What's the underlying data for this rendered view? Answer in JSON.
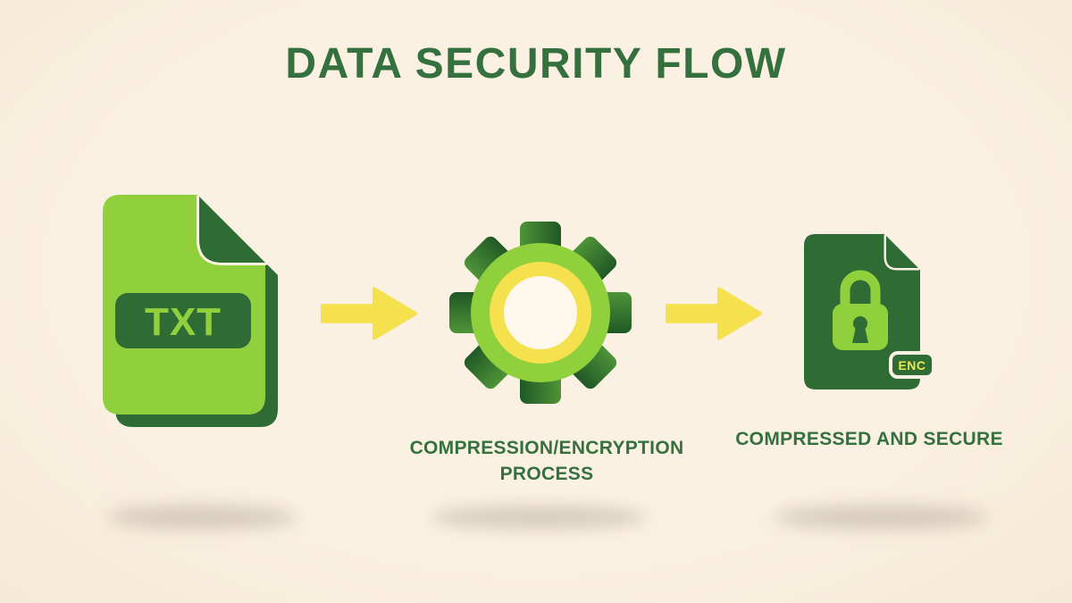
{
  "title": "DATA SECURITY FLOW",
  "flow": {
    "source": {
      "icon": "txt-file-icon",
      "badge": "TXT"
    },
    "arrows": {
      "icon": "arrow-right-icon"
    },
    "process": {
      "icon": "gear-icon",
      "caption_line1": "COMPRESSION/ENCRYPTION",
      "caption_line2": "PROCESS"
    },
    "result": {
      "icon": "locked-file-icon",
      "badge": "ENC",
      "caption": "COMPRESSED AND SECURE"
    }
  },
  "colors": {
    "background": "#FBF1E2",
    "background_edge": "#F5EAD6",
    "title_green": "#35713F",
    "light_green": "#90D03D",
    "dark_green": "#2E6B35",
    "tooth_green_light": "#4E9438",
    "tooth_green_dark": "#1F5826",
    "yellow": "#F5E04E",
    "badge_yellow": "#EDE74D",
    "cream": "#FBF1E2",
    "gear_center": "#FEF8EC",
    "shadow": "rgba(88,74,60,0.22)"
  }
}
